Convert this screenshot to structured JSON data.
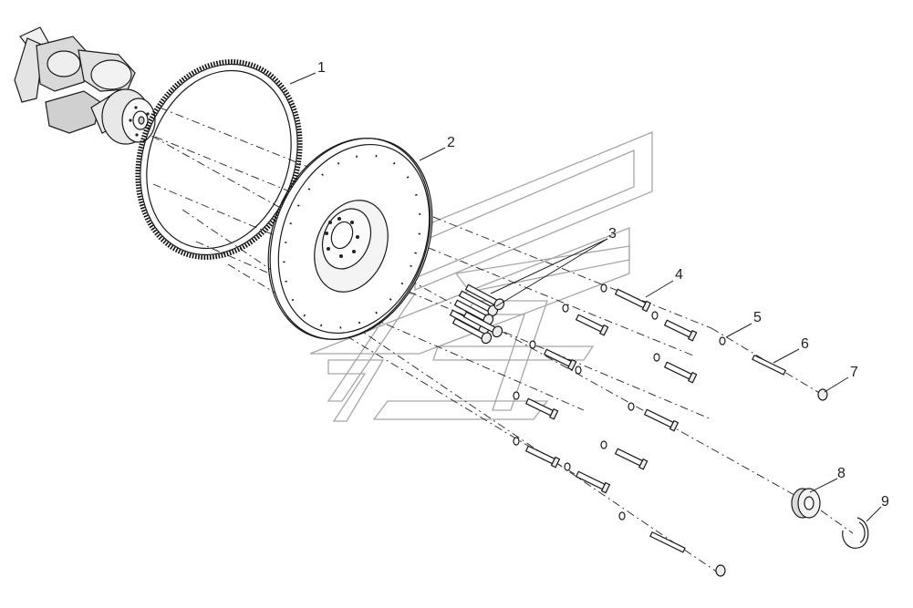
{
  "callouts": [
    {
      "id": "c1",
      "label": "1"
    },
    {
      "id": "c2",
      "label": "2"
    },
    {
      "id": "c3",
      "label": "3"
    },
    {
      "id": "c4",
      "label": "4"
    },
    {
      "id": "c5",
      "label": "5"
    },
    {
      "id": "c6",
      "label": "6"
    },
    {
      "id": "c7",
      "label": "7"
    },
    {
      "id": "c8",
      "label": "8"
    },
    {
      "id": "c9",
      "label": "9"
    }
  ],
  "colors": {
    "line": "#222222",
    "watermark": "#a6a6a6",
    "background": "#ffffff"
  }
}
